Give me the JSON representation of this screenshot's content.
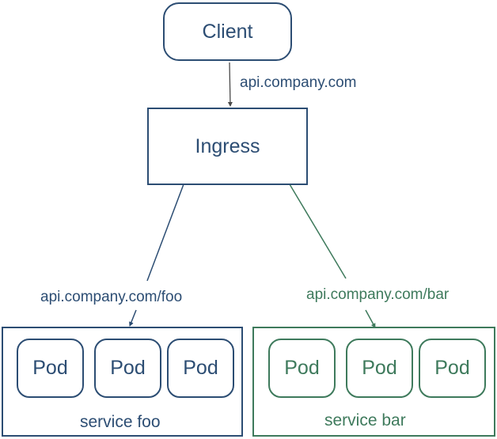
{
  "client": {
    "label": "Client"
  },
  "ingress": {
    "label": "Ingress"
  },
  "edges": {
    "client_to_ingress": "api.company.com",
    "ingress_to_foo": "api.company.com/foo",
    "ingress_to_bar": "api.company.com/bar"
  },
  "services": {
    "foo": {
      "label": "service foo",
      "pods": [
        "Pod",
        "Pod",
        "Pod"
      ]
    },
    "bar": {
      "label": "service bar",
      "pods": [
        "Pod",
        "Pod",
        "Pod"
      ]
    }
  },
  "colors": {
    "blue": "#2c4d73",
    "green": "#3e7a5c",
    "gray": "#4a4a4a"
  }
}
